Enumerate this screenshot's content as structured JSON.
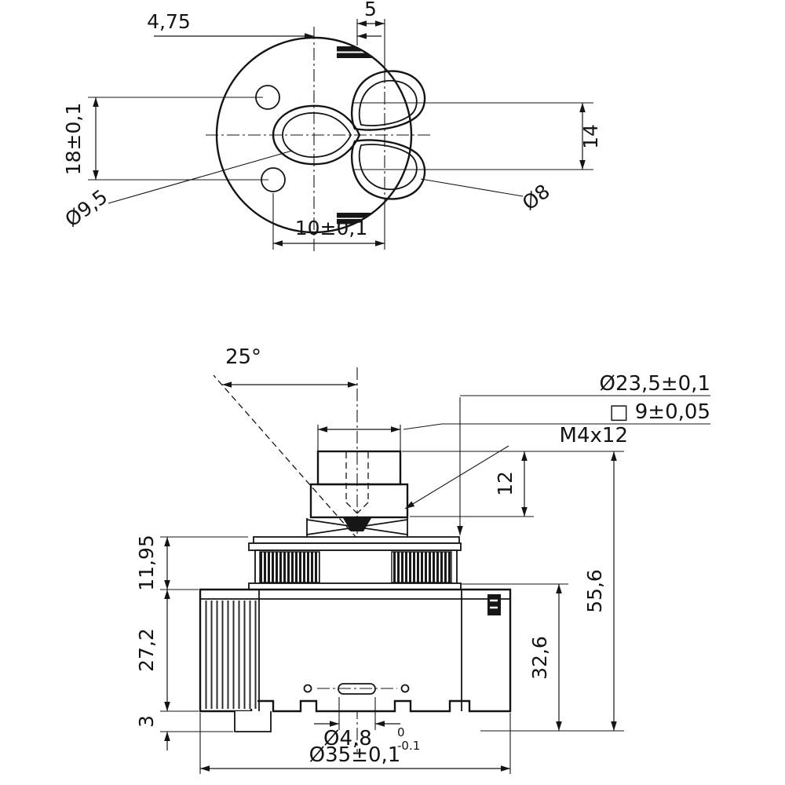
{
  "drawing": {
    "kind": "cartridge-technical-drawing",
    "colors": {
      "line": "#141414",
      "background": "#ffffff"
    },
    "top_view": {
      "labels": {
        "width_5": "5",
        "offset_4_75": "4,75",
        "height_18": "18±0,1",
        "height_14": "14",
        "dia_9_5": "Ø9,5",
        "dia_8": "Ø8",
        "width_10": "10±0,1"
      }
    },
    "side_view": {
      "labels": {
        "angle_25": "25°",
        "dia_23_5": "Ø23,5±0,1",
        "square_9": "□ 9±0,05",
        "thread_m4": "M4x12",
        "stem_12": "12",
        "height_11_95": "11,95",
        "height_27_2": "27,2",
        "height_3": "3",
        "height_55_6": "55,6",
        "height_32_6": "32,6",
        "dia_4_8": "Ø4,8",
        "dia_4_8_tol_upper": "0",
        "dia_4_8_tol_lower": "-0.1",
        "dia_35": "Ø35±0,1"
      }
    }
  }
}
